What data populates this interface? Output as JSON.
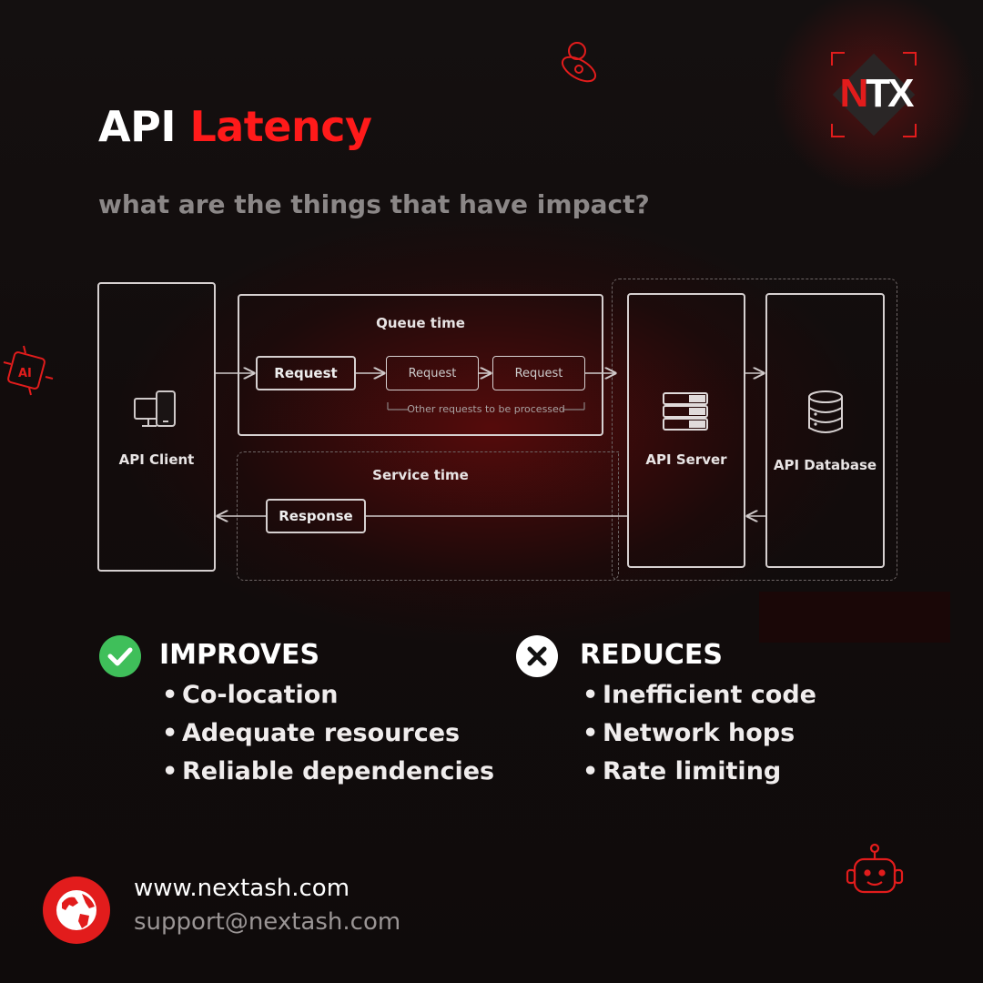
{
  "header": {
    "title_white": "API",
    "title_red": "Latency",
    "subtitle": "what are the things that have impact?"
  },
  "logo": {
    "text_n": "N",
    "text_tx": "TX",
    "icon": "ntx-logo"
  },
  "diagram": {
    "client_label": "API Client",
    "queue_label": "Queue time",
    "request_main": "Request",
    "request_2": "Request",
    "request_3": "Request",
    "queue_note": "Other requests to be processed",
    "service_label": "Service time",
    "response_label": "Response",
    "server_label": "API Server",
    "database_label": "API Database"
  },
  "improves": {
    "heading": "IMPROVES",
    "icon": "check-circle-icon",
    "items": [
      "Co-location",
      "Adequate resources",
      "Reliable dependencies"
    ]
  },
  "reduces": {
    "heading": "REDUCES",
    "icon": "x-circle-icon",
    "items": [
      "Inefficient code",
      "Network hops",
      "Rate limiting"
    ]
  },
  "contact": {
    "website": "www.nextash.com",
    "email": "support@nextash.com",
    "icon": "globe-icon"
  },
  "colors": {
    "accent": "#ff1a1a",
    "check": "#3fbf5a",
    "muted": "#8b8787"
  }
}
